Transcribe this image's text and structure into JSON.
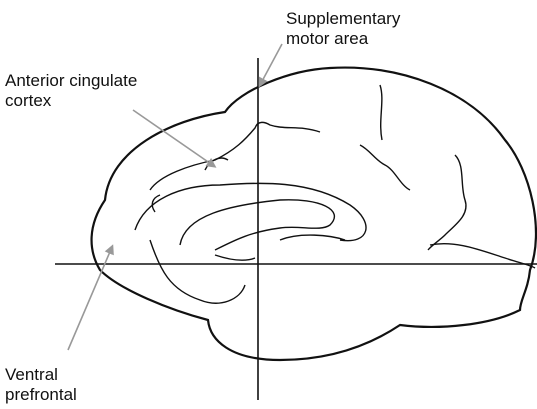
{
  "labels": {
    "supplementary_motor_area": {
      "line1": "Supplementary",
      "line2": "motor area"
    },
    "anterior_cingulate_cortex": {
      "line1": "Anterior cingulate",
      "line2": "cortex"
    },
    "ventral_prefrontal": {
      "line1": "Ventral",
      "line2": "prefrontal"
    }
  },
  "colors": {
    "outline": "#111111",
    "pointer": "#999999",
    "background": "#ffffff"
  }
}
